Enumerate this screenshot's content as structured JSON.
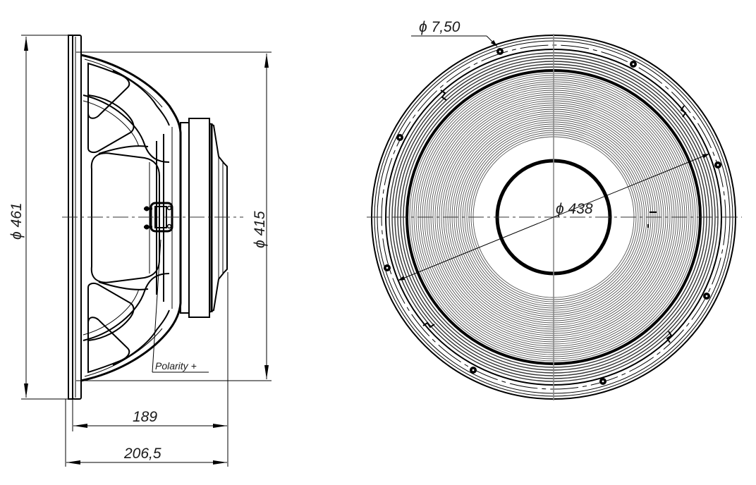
{
  "drawing": {
    "subject": "Loudspeaker technical drawing",
    "views": [
      "side-view",
      "front-view"
    ],
    "line_color": "#000000",
    "background": "#ffffff"
  },
  "side_view": {
    "dimensions": {
      "outer_diameter": {
        "symbol": "⌀",
        "value": "461",
        "label": "ϕ 461"
      },
      "basket_diameter": {
        "symbol": "⌀",
        "value": "415",
        "label": "ϕ 415"
      },
      "mounting_depth": {
        "value": "189",
        "label": "189"
      },
      "overall_depth": {
        "value": "206,5",
        "label": "206,5"
      }
    },
    "callouts": {
      "polarity": {
        "label": "Polarity +"
      }
    }
  },
  "front_view": {
    "dimensions": {
      "cone_diameter": {
        "symbol": "⌀",
        "value": "438",
        "label": "ϕ 438"
      },
      "mounting_hole": {
        "symbol": "⌀",
        "value": "7,50",
        "label": "ϕ 7,50"
      }
    },
    "mounting_holes_count": 8
  }
}
